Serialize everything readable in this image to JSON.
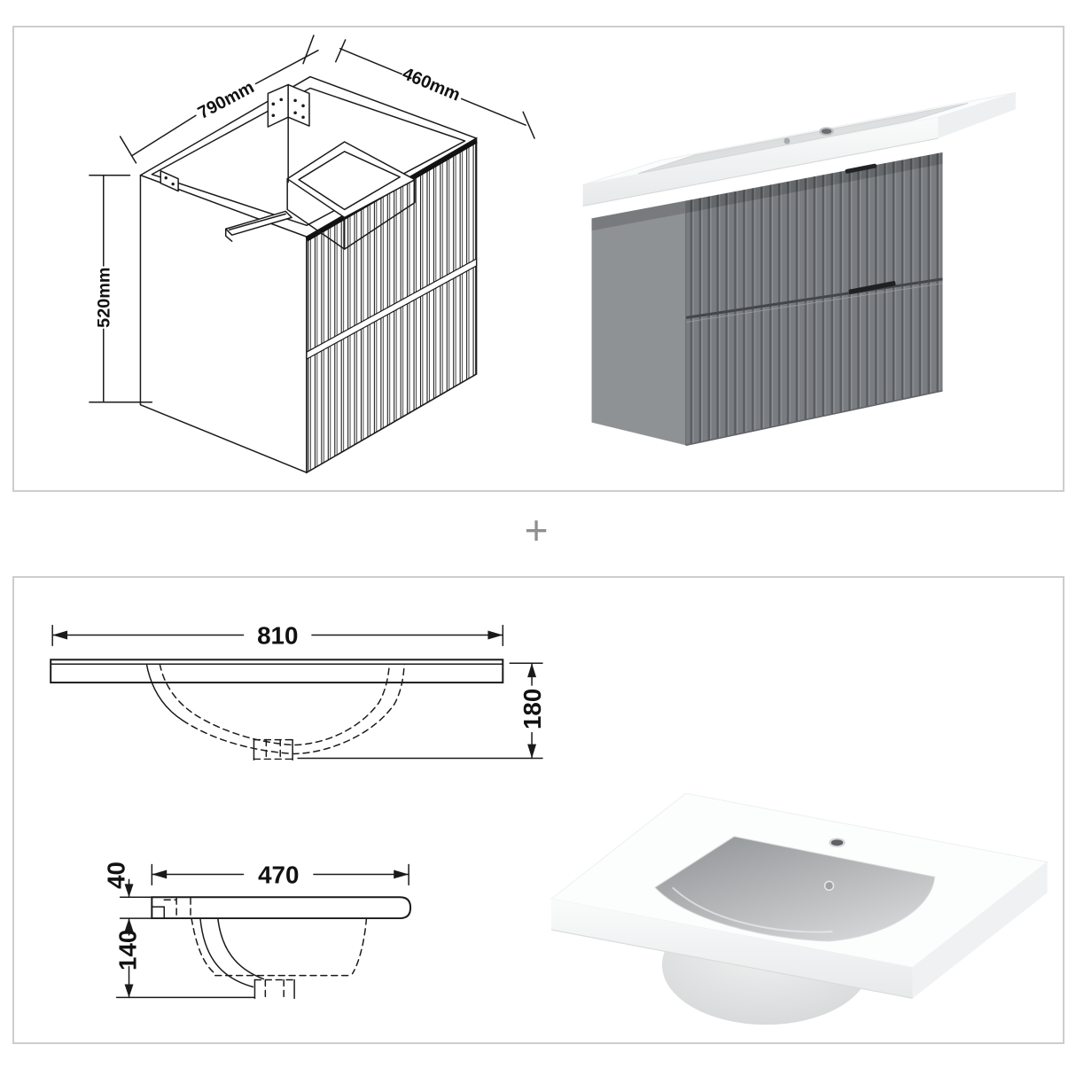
{
  "separator": {
    "plus": "+"
  },
  "dims": {
    "cabinet": {
      "width": "790mm",
      "depth": "460mm",
      "height": "520mm"
    },
    "basin_front": {
      "width": "810",
      "height": "180"
    },
    "basin_side": {
      "depth": "470",
      "rim_thickness": "40",
      "bowl_depth": "140"
    }
  },
  "colors": {
    "panel_border": "#cdcdcd",
    "drawing_line": "#1a1a1a",
    "plus_sign": "#8f8f8f",
    "cabinet_front_gray": "#797c80",
    "cabinet_side_gray": "#8f9295",
    "countertop_white": "#fbfcfd",
    "bowl_gray": "#9fa2a4"
  }
}
